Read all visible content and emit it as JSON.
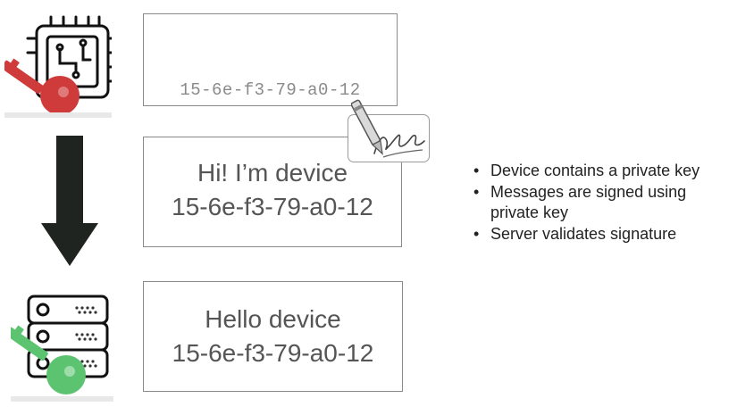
{
  "top_box": {
    "device_id": "15-6e-f3-79-a0-12"
  },
  "middle_box": {
    "line1": "Hi! I’m device",
    "line2": "15-6e-f3-79-a0-12"
  },
  "bottom_box": {
    "line1": "Hello device",
    "line2": "15-6e-f3-79-a0-12"
  },
  "bullets": [
    "Device contains a private key",
    "Messages are signed using",
    "private key",
    "Server validates signature"
  ],
  "icons": {
    "chip": "chip-icon",
    "private_key": "red-key-icon",
    "flow_arrow": "down-arrow-icon",
    "signature": "signature-icon",
    "server": "server-icon",
    "public_key": "green-key-icon"
  },
  "colors": {
    "private_key": "#cf3b3b",
    "public_key": "#5cc470",
    "arrow": "#1f2420",
    "box_border": "#8a8a8a",
    "text_gray": "#555555"
  }
}
